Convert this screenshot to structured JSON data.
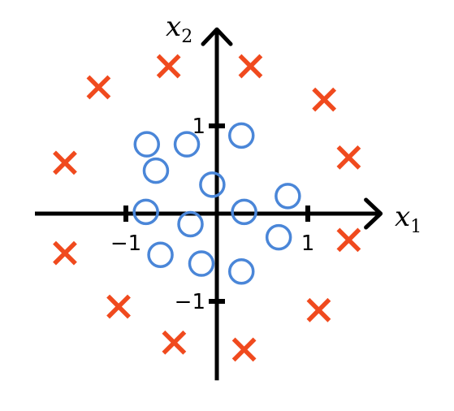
{
  "chart_data": {
    "type": "scatter",
    "xlabel": "x",
    "xlabel_sub": "1",
    "ylabel": "x",
    "ylabel_sub": "2",
    "xlim": [
      -2.0,
      1.8
    ],
    "ylim": [
      -1.9,
      2.1
    ],
    "x_ticks": [
      {
        "value": -1,
        "label": "−1"
      },
      {
        "value": 1,
        "label": "1"
      }
    ],
    "y_ticks": [
      {
        "value": 1,
        "label": "1"
      },
      {
        "value": -1,
        "label": "−1"
      }
    ],
    "grid": false,
    "colors": {
      "circle": "#4a86d8",
      "cross": "#f04a1e",
      "axis": "#000000"
    },
    "series": [
      {
        "marker": "circle",
        "points": [
          [
            -0.77,
            0.79
          ],
          [
            -0.33,
            0.79
          ],
          [
            0.27,
            0.89
          ],
          [
            -0.67,
            0.49
          ],
          [
            -0.05,
            0.33
          ],
          [
            0.78,
            0.2
          ],
          [
            -0.78,
            0.02
          ],
          [
            0.3,
            0.02
          ],
          [
            -0.29,
            -0.12
          ],
          [
            0.68,
            -0.27
          ],
          [
            -0.62,
            -0.47
          ],
          [
            -0.17,
            -0.57
          ],
          [
            0.27,
            -0.66
          ]
        ]
      },
      {
        "marker": "cross",
        "points": [
          [
            -0.53,
            1.68
          ],
          [
            0.37,
            1.68
          ],
          [
            -1.3,
            1.44
          ],
          [
            1.18,
            1.3
          ],
          [
            -1.67,
            0.58
          ],
          [
            1.45,
            0.64
          ],
          [
            -1.67,
            -0.45
          ],
          [
            1.45,
            -0.3
          ],
          [
            -1.08,
            -1.06
          ],
          [
            1.12,
            -1.1
          ],
          [
            -0.47,
            -1.47
          ],
          [
            0.3,
            -1.55
          ]
        ]
      }
    ]
  }
}
